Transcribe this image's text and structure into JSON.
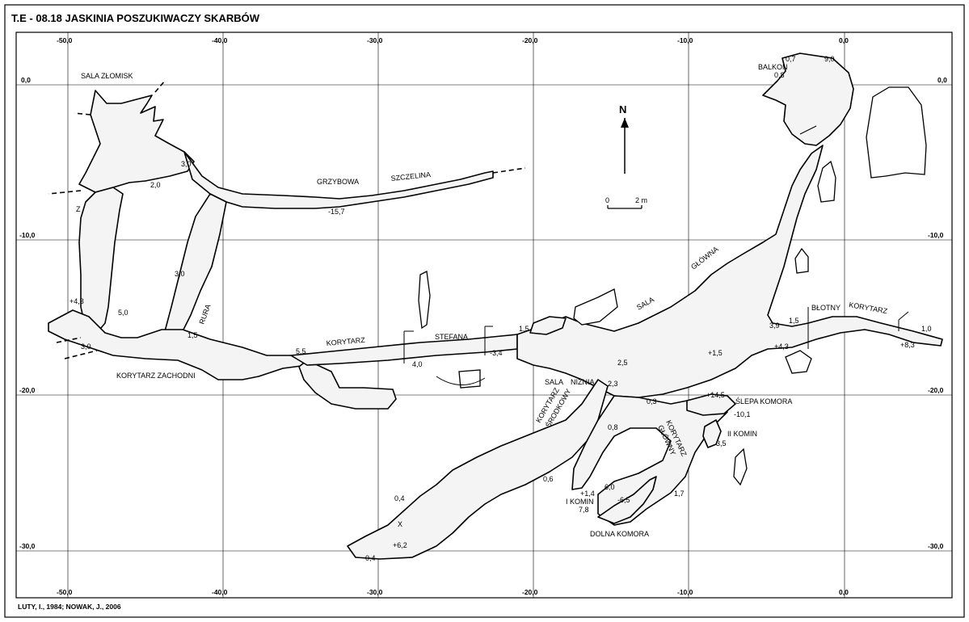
{
  "title": "T.E - 08.18  JASKINIA POSZUKIWACZY SKARBÓW",
  "authors": "LUTY, I., 1984; NOWAK, J., 2006",
  "grid": {
    "x_values": [
      -50,
      -40,
      -30,
      -20,
      -10,
      0
    ],
    "x_labels": [
      "-50,0",
      "-40,0",
      "-30,0",
      "-20,0",
      "-10,0",
      "0,0"
    ],
    "y_values": [
      0,
      -10,
      -20,
      -30
    ],
    "y_labels": [
      "0,0",
      "-10,0",
      "-20,0",
      "-30,0"
    ]
  },
  "north_label": "N",
  "scale": {
    "zero": "0",
    "length": "2 m"
  },
  "places": {
    "sala_zlomisk": "SALA  ZŁOMISK",
    "grzybowa": "GRZYBOWA",
    "szczelina": "SZCZELINA",
    "rura": "RURA",
    "korytarz_zachodni": "KORYTARZ ZACHODNI",
    "korytarz": "KORYTARZ",
    "stefana": "STEFANA",
    "sala_glowna_1": "SALA",
    "sala_glowna_2": "GŁÓWNA",
    "sala_nizna_1": "SALA",
    "sala_nizna_2": "NIZNIA",
    "balkon": "BALKON",
    "blotny": "BŁOTNY",
    "korytarz_e": "KORYTARZ",
    "korytarz_srodkowy_1": "KORYTARZ",
    "korytarz_srodkowy_2": "ŚRODKOWY",
    "korytarz_glowny_1": "KORYTARZ",
    "korytarz_glowny_2": "GŁÓWNY",
    "slepa_komora": "ŚLEPA KOMORA",
    "ii_komin": "II KOMIN",
    "i_komin": "I KOMIN",
    "dolna_komora": "DOLNA KOMORA",
    "z": "Z",
    "x": "X"
  },
  "measurements": {
    "m_0_7": "0,7",
    "m_9_0": "9,0",
    "m_0_8a": "0,8",
    "m_3_0a": "3,0",
    "m_2_0": "2,0",
    "m_15_7": "-15,7",
    "m_3_0b": "3,0",
    "m_4_3w": "+4,3",
    "m_5_0": "5,0",
    "m_3_0c": "3,0",
    "m_1_5a": "1,5",
    "m_5_5": "5,5",
    "m_4_0": "4,0",
    "m_1_5b": "1,5",
    "m_3_4": "-3,4",
    "m_2_5": "2,5",
    "m_1_5c": "+1,5",
    "m_3_9": "3,9",
    "m_1_5d": "1,5",
    "m_4_3e": "+4,3",
    "m_1_0": "1,0",
    "m_8_3": "+8,3",
    "m_2_3": "2,3",
    "m_0_3": "0,3",
    "m_14_5": "+14,5",
    "m_10_1": "-10,1",
    "m_0_8b": "0,8",
    "m_3_5": "3,5",
    "m_0_6": "0,6",
    "m_6_0": "6,0",
    "m_1_4": "+1,4",
    "m_6_5": "-6,5",
    "m_7_8": "7,8",
    "m_1_7": "1,7",
    "m_0_4a": "0,4",
    "m_6_2": "+6,2",
    "m_0_4b": "0,4"
  }
}
